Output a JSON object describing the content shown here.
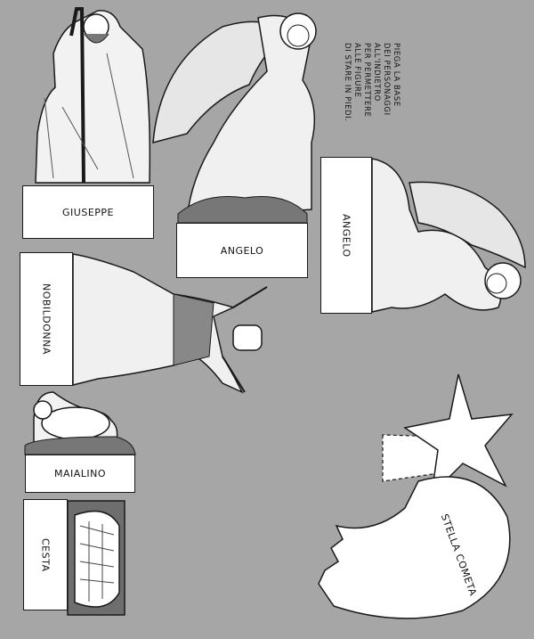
{
  "instructions": {
    "lines": [
      "PIEGA LA BASE",
      "DEI PERSONAGGI",
      "ALL'INDIETRO",
      "PER PERMETTERE",
      "ALLE FIGURE",
      "DI STARE IN PIEDI."
    ]
  },
  "figures": [
    {
      "id": "giuseppe",
      "label": "GIUSEPPE",
      "icon": "joseph-figure"
    },
    {
      "id": "angelo-standing",
      "label": "ANGELO",
      "icon": "angel-figure"
    },
    {
      "id": "angelo-flying",
      "label": "ANGELO",
      "icon": "flying-angel-figure"
    },
    {
      "id": "nobildonna",
      "label": "NOBILDONNA",
      "icon": "noblewoman-figure"
    },
    {
      "id": "maialino",
      "label": "MAIALINO",
      "icon": "piglet-figure"
    },
    {
      "id": "cesta",
      "label": "CESTA",
      "icon": "basket-figure"
    },
    {
      "id": "stella-cometa",
      "label": "STELLA COMETA",
      "icon": "comet-star-figure"
    }
  ],
  "colors": {
    "background": "#a6a6a6",
    "paper": "#ffffff",
    "ink": "#1a1a1a"
  }
}
